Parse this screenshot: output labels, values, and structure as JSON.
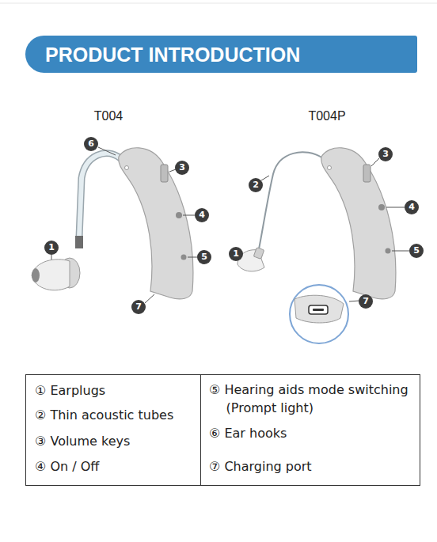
{
  "diagram": {
    "title": "PRODUCT INTRODUCTION",
    "labels": [
      "T004",
      "T004P",
      "6",
      "3",
      "4",
      "5",
      "7",
      "1",
      "3",
      "2",
      "4",
      "5",
      "1",
      "7",
      "① Earplugs",
      "② Thin acoustic tubes",
      "③ Volume keys",
      "④ On / Off",
      "⑤ Hearing aids mode switching (Prompt light)",
      "⑥ Ear hooks",
      "⑦ Charging port"
    ]
  }
}
